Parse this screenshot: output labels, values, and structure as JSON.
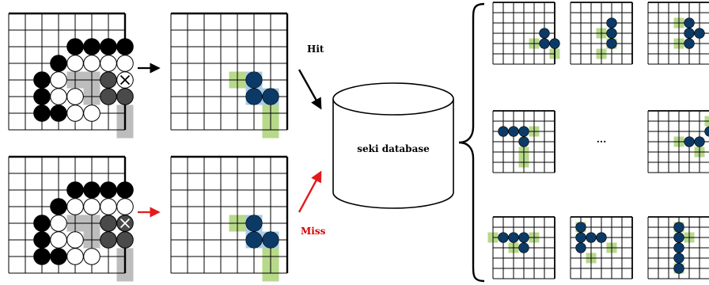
{
  "labels": {
    "hit": "Hit",
    "miss": "Miss",
    "database": "seki database",
    "ellipsis": "..."
  },
  "colors": {
    "black_stone": "#000000",
    "white_stone": "#ffffff",
    "gray_stone": "#4a4a4a",
    "gray_region": "#bdbdbd",
    "blue_stone": "#0b3a66",
    "blue_region": "#a8cbe6",
    "green_region": "#b7d98a",
    "hit_arrow": "#000000",
    "miss_arrow": "#e41a1c",
    "miss_label": "#d40000"
  },
  "icons": {
    "capture_mark": "x-mark-icon",
    "brace": "left-curly-brace-icon"
  }
}
